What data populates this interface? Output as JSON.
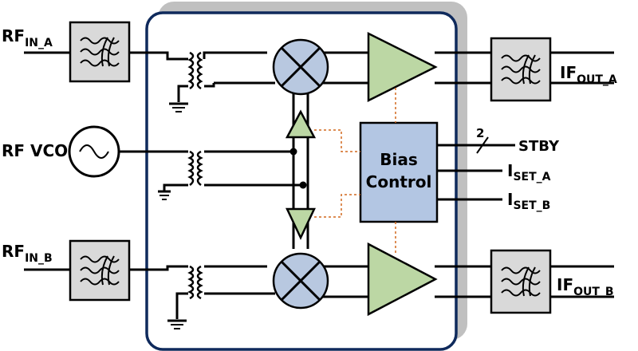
{
  "labels": {
    "rf_in_a": {
      "main": "RF",
      "sub": "IN_A"
    },
    "rf_vco": "RF VCO",
    "rf_in_b": {
      "main": "RF",
      "sub": "IN_B"
    },
    "if_out_a": {
      "main": "IF",
      "sub": "OUT_A"
    },
    "if_out_b": {
      "main": "IF",
      "sub": "OUT_B"
    },
    "stby": "STBY",
    "stby_bus_width": "2",
    "iset_a": {
      "main": "I",
      "sub": "SET_A"
    },
    "iset_b": {
      "main": "I",
      "sub": "SET_B"
    },
    "bias_control": [
      "Bias",
      "Control"
    ]
  },
  "colors": {
    "chip_border": "#0f2a5c",
    "chip_shadow": "#c0c0c0",
    "filter_fill": "#d9d9d9",
    "mixer_fill": "#b8c8e0",
    "amp_fill": "#bcd7a4",
    "bias_fill": "#b3c6e3",
    "dotted_link": "#d2691e"
  }
}
